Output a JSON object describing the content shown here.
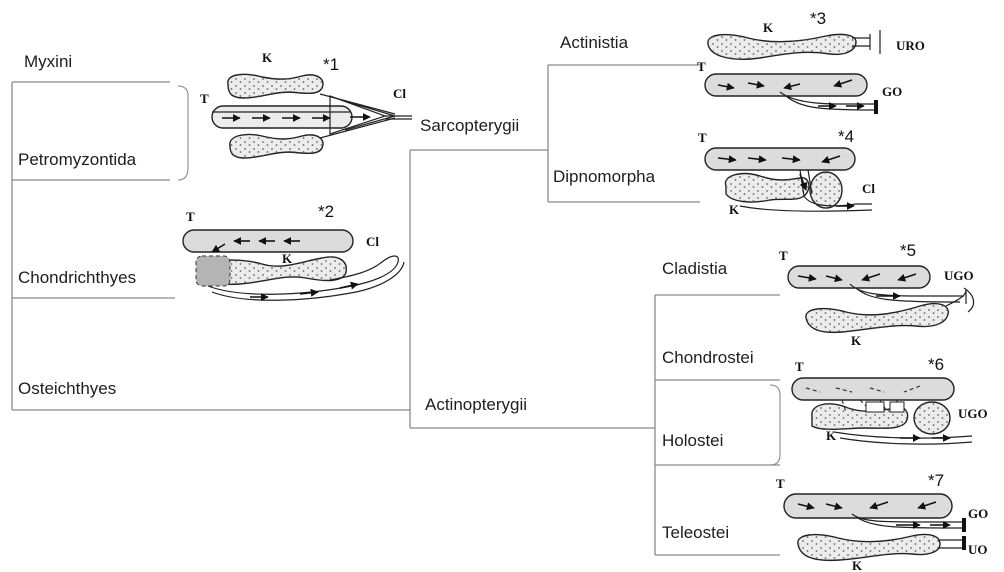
{
  "taxa": {
    "myxini": "Myxini",
    "petromyzontida": "Petromyzontida",
    "chondrichthyes": "Chondrichthyes",
    "osteichthyes": "Osteichthyes",
    "sarcopterygii": "Sarcopterygii",
    "actinopterygii": "Actinopterygii",
    "actinistia": "Actinistia",
    "dipnomorpha": "Dipnomorpha",
    "cladistia": "Cladistia",
    "chondrostei": "Chondrostei",
    "holostei": "Holostei",
    "teleostei": "Teleostei"
  },
  "diagrams": [
    {
      "id": "1",
      "star": "*1",
      "labels": {
        "t": "T",
        "k": "K",
        "duct": "Cl"
      }
    },
    {
      "id": "2",
      "star": "*2",
      "labels": {
        "t": "T",
        "k": "K",
        "duct": "Cl"
      }
    },
    {
      "id": "3",
      "star": "*3",
      "labels": {
        "t": "T",
        "k": "K",
        "duct1": "URO",
        "duct2": "GO"
      }
    },
    {
      "id": "4",
      "star": "*4",
      "labels": {
        "t": "T",
        "k": "K",
        "duct": "Cl"
      }
    },
    {
      "id": "5",
      "star": "*5",
      "labels": {
        "t": "T",
        "k": "K",
        "duct": "UGO"
      }
    },
    {
      "id": "6",
      "star": "*6",
      "labels": {
        "t": "T",
        "k": "K",
        "duct": "UGO"
      }
    },
    {
      "id": "7",
      "star": "*7",
      "labels": {
        "t": "T",
        "k": "K",
        "duct1": "GO",
        "duct2": "UO"
      }
    }
  ],
  "icons": {
    "organ": "testis-icon",
    "kidney": "kidney-icon",
    "flow": "arrow-icon"
  }
}
